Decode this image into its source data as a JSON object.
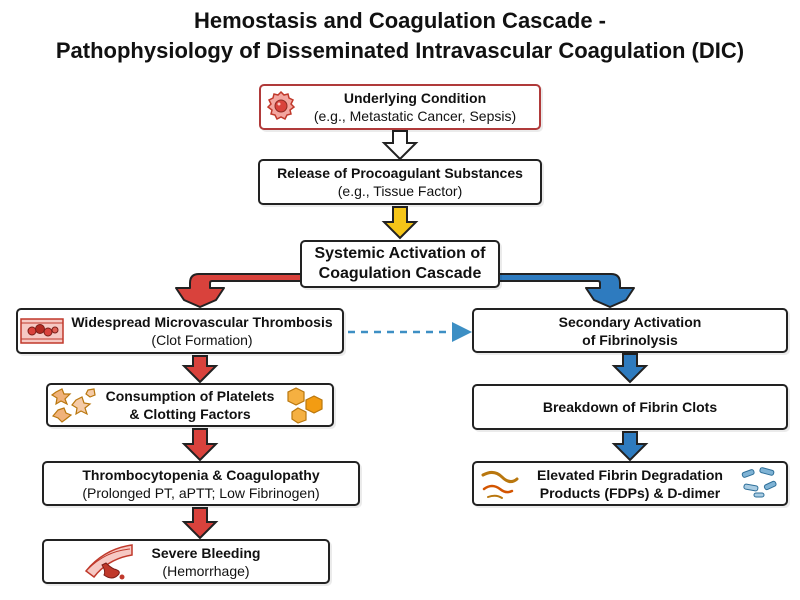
{
  "title": {
    "line1": "Hemostasis and Coagulation Cascade -",
    "line2": "Pathophysiology of Disseminated Intravascular Coagulation (DIC)"
  },
  "nodes": {
    "underlying": {
      "main": "Underlying Condition",
      "sub": "(e.g., Metastatic Cancer, Sepsis)"
    },
    "release": {
      "main": "Release of Procoagulant Substances",
      "sub": "(e.g., Tissue Factor)"
    },
    "activation": {
      "main1": "Systemic Activation of",
      "main2": "Coagulation Cascade"
    },
    "thrombosis": {
      "main": "Widespread Microvascular Thrombosis",
      "sub": "(Clot Formation)"
    },
    "consumption": {
      "main1": "Consumption of Platelets",
      "main2": "& Clotting Factors"
    },
    "thrombocytopenia": {
      "main": "Thrombocytopenia & Coagulopathy",
      "sub": "(Prolonged PT, aPTT; Low Fibrinogen)"
    },
    "bleeding": {
      "main": "Severe Bleeding",
      "sub": "(Hemorrhage)"
    },
    "fibrinolysis": {
      "main1": "Secondary Activation",
      "main2": "of Fibrinolysis"
    },
    "breakdown": {
      "main": "Breakdown of Fibrin Clots"
    },
    "fdp": {
      "main1": "Elevated Fibrin Degradation",
      "main2": "Products (FDPs) & D-dimer"
    }
  },
  "colors": {
    "red_arrow": "#d9423c",
    "blue_arrow": "#2e7bbf",
    "yellow_arrow": "#f5c518",
    "outline": "#222222",
    "underlying_border": "#b03a3a",
    "dashed": "#3d8fc4"
  },
  "icons": [
    "cell-icon",
    "blood-vessel-clot-icon",
    "platelets-icon",
    "clotting-factor-icon",
    "bleeding-vessel-icon",
    "fibrin-fragment-icon",
    "d-dimer-icon"
  ]
}
